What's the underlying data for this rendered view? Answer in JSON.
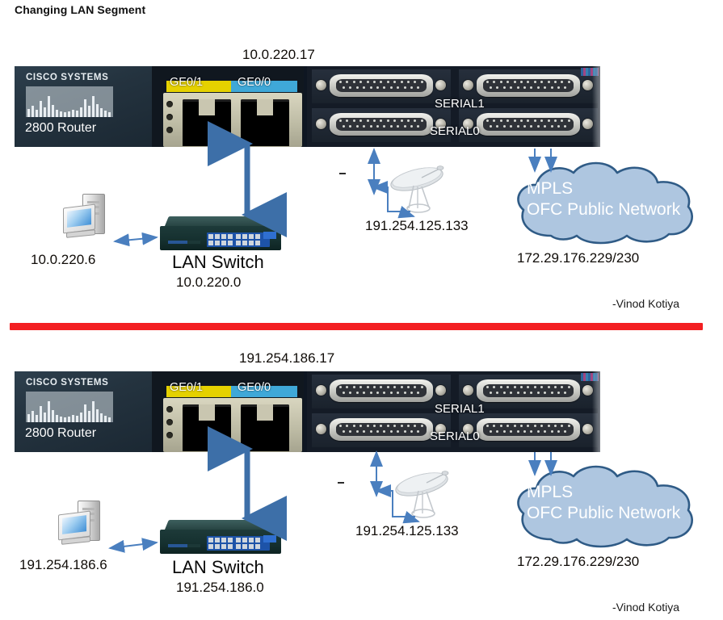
{
  "slide": {
    "title": "Changing LAN Segment",
    "credit": "-Vinod Kotiya"
  },
  "colors": {
    "divider_red": "#f31f22",
    "arrow_blue_thick": "#3d6fa8",
    "arrow_blue_thin": "#4a7fbf",
    "cloud_fill": "#aec6e0",
    "cloud_stroke": "#2f5b86",
    "router_body": "#0e1622",
    "switch_body": "#15302f",
    "ge1_band_yellow": "#e5d100",
    "ge0_band_blue": "#3fa8d8",
    "label_text": "#100c08"
  },
  "router": {
    "brand": "Cisco Systems",
    "model": "2800 Router",
    "ports": {
      "ge1": "GE0/1",
      "ge0": "GE0/0",
      "serial1": "SERIAL1",
      "serial0": "SERIAL0"
    }
  },
  "sections": [
    {
      "id": "top",
      "router_ip": "10.0.220.17",
      "pc_ip": "10.0.220.6",
      "switch_name": "LAN Switch",
      "switch_ip": "10.0.220.0",
      "dish_ip": "191.254.125.133",
      "cloud_line1": "MPLS",
      "cloud_line2": "OFC Public Network",
      "cloud_ip": "172.29.176.229/230"
    },
    {
      "id": "bottom",
      "router_ip": "191.254.186.17",
      "pc_ip": "191.254.186.6",
      "switch_name": "LAN Switch",
      "switch_ip": "191.254.186.0",
      "dish_ip": "191.254.125.133",
      "cloud_line1": "MPLS",
      "cloud_line2": "OFC Public Network",
      "cloud_ip": "172.29.176.229/230"
    }
  ]
}
